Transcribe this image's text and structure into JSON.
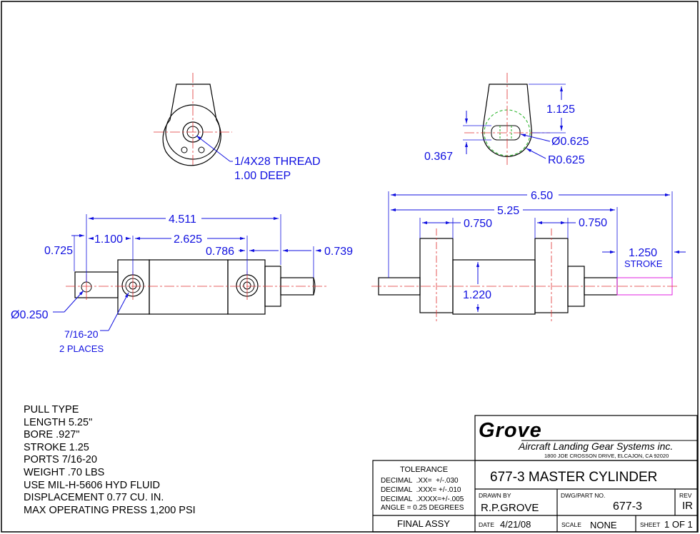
{
  "top_views": {
    "left": {
      "thread_note": [
        "1/4X28 THREAD",
        "1.00 DEEP"
      ]
    },
    "right": {
      "dim_height": "1.125",
      "dim_hole": "Ø0.625",
      "dim_radius": "R0.625",
      "dim_offset": "0.367"
    }
  },
  "side_view_left": {
    "overall": "4.511",
    "rod_end": "0.725",
    "port_spacing_a": "1.100",
    "port_spacing_b": "2.625",
    "port_to_end": "0.786",
    "rod_ext": "0.739",
    "hole_dia": "Ø0.250",
    "ports_note": [
      "7/16-20",
      "2 PLACES"
    ]
  },
  "side_view_right": {
    "overall": "6.50",
    "body": "5.25",
    "flange_left": "0.750",
    "flange_right": "0.750",
    "stroke_value": "1.250",
    "stroke_label": "STROKE",
    "bore_dim": "1.220"
  },
  "specs": [
    "PULL TYPE",
    "LENGTH 5.25\"",
    "BORE .927\"",
    "STROKE 1.25",
    "PORTS 7/16-20",
    "WEIGHT .70 LBS",
    "USE MIL-H-5606 HYD FLUID",
    "DISPLACEMENT 0.77 CU. IN.",
    "MAX OPERATING PRESS 1,200 PSI"
  ],
  "title_block": {
    "company_logo": "Grove",
    "company_name": "Aircraft Landing Gear Systems inc.",
    "company_address": "1800 JOE CROSSON DRIVE, ELCAJON, CA 92020",
    "tolerance_header": "TOLERANCE",
    "tolerances": [
      "DECIMAL  .XX=  +/-.030",
      "DECIMAL  .XXX= +/-.010",
      "DECIMAL  .XXXX=+/-.005",
      "ANGLE = 0.25 DEGREES"
    ],
    "title": "677-3 MASTER CYLINDER",
    "drawn_by_label": "DRAWN BY",
    "drawn_by": "R.P.GROVE",
    "dwg_label": "DWG/PART NO.",
    "dwg_no": "677-3",
    "rev_label": "REV",
    "rev": "IR",
    "final_assy": "FINAL ASSY",
    "date_label": "DATE",
    "date": "4/21/08",
    "scale_label": "SCALE",
    "scale": "NONE",
    "sheet_label": "SHEET",
    "sheet": "1 OF 1"
  },
  "colors": {
    "dimension": "#1010e0",
    "centerline": "#e03030",
    "outline": "#000000",
    "stroke_hidden": "#e020e0",
    "hidden": "#20b020"
  }
}
